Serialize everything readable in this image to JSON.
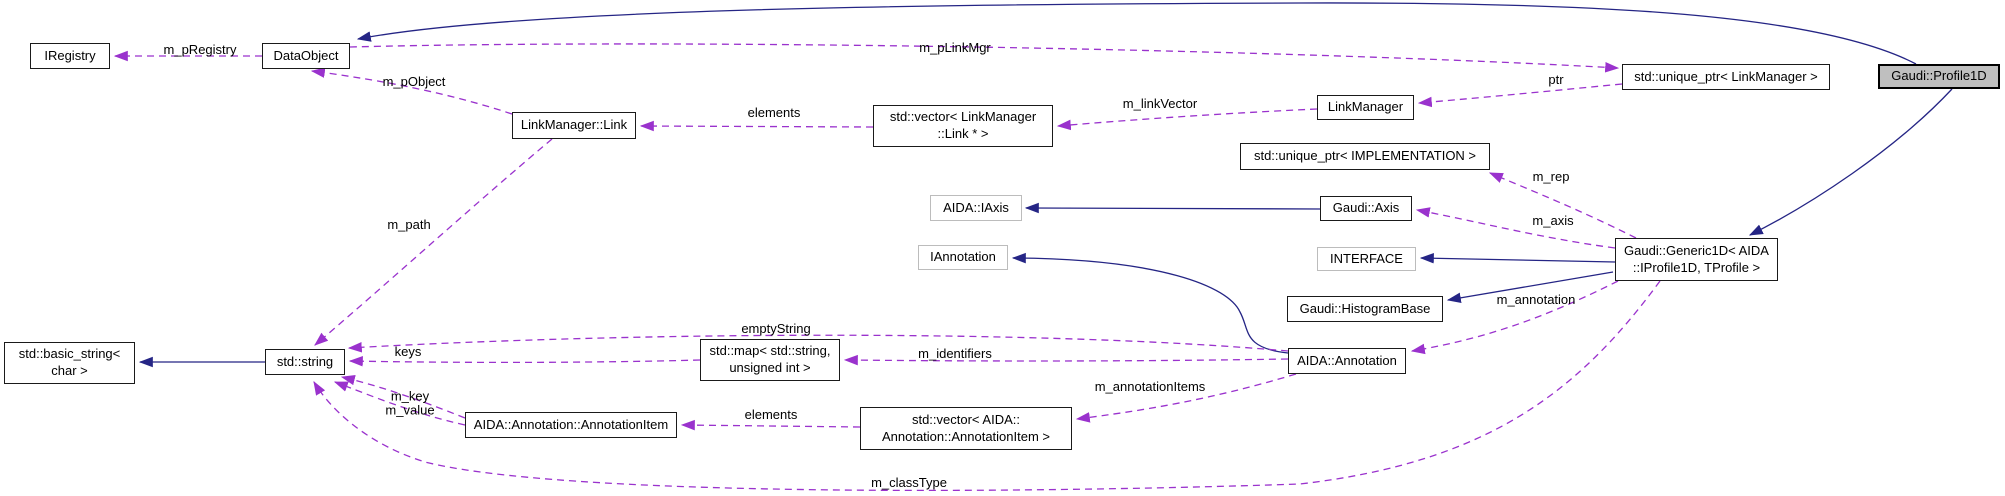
{
  "diagram": {
    "type": "doxygen-collaboration-graph",
    "subject": "Gaudi::Profile1D",
    "colors": {
      "inheritance_edge": "#252585",
      "usage_edge": "#9a32cd",
      "node_fill": "#ffffff",
      "subject_node_fill": "#bfbfbf",
      "node_border": "#1a1a1a",
      "external_node_border": "#bcbcbc"
    },
    "nodes": {
      "iregistry": {
        "label": "IRegistry"
      },
      "dataobject": {
        "label": "DataObject"
      },
      "linkmanager_link": {
        "label": "LinkManager::Link"
      },
      "vector_link": {
        "label": "std::vector< LinkManager\n::Link * >"
      },
      "linkmanager": {
        "label": "LinkManager"
      },
      "uptr_linkmanager": {
        "label": "std::unique_ptr< LinkManager >"
      },
      "profile1d": {
        "label": "Gaudi::Profile1D"
      },
      "uptr_implementation": {
        "label": "std::unique_ptr< IMPLEMENTATION >"
      },
      "aida_iaxis": {
        "label": "AIDA::IAxis"
      },
      "gaudi_axis": {
        "label": "Gaudi::Axis"
      },
      "iannotation": {
        "label": "IAnnotation"
      },
      "interface": {
        "label": "INTERFACE"
      },
      "histogrambase": {
        "label": "Gaudi::HistogramBase"
      },
      "generic1d": {
        "label": "Gaudi::Generic1D< AIDA\n::IProfile1D, TProfile >"
      },
      "aida_annotation": {
        "label": "AIDA::Annotation"
      },
      "map_string_uint": {
        "label": "std::map< std::string,\nunsigned int >"
      },
      "string": {
        "label": "std::string"
      },
      "basic_string": {
        "label": "std::basic_string<\nchar >"
      },
      "annotationitem": {
        "label": "AIDA::Annotation::AnnotationItem"
      },
      "vector_annotationitem": {
        "label": "std::vector< AIDA::\nAnnotation::AnnotationItem >"
      }
    },
    "edge_labels": {
      "m_pregistry": "m_pRegistry",
      "m_pobject": "m_pObject",
      "m_plinkmgr": "m_pLinkMgr",
      "ptr": "ptr",
      "m_linkvector": "m_linkVector",
      "elements_top": "elements",
      "m_path": "m_path",
      "m_rep": "m_rep",
      "m_axis": "m_axis",
      "m_annotation": "m_annotation",
      "emptystring": "emptyString",
      "m_identifiers": "m_identifiers",
      "keys": "keys",
      "m_key_m_value": "m_key\nm_value",
      "elements_bottom": "elements",
      "m_annotationitems": "m_annotationItems",
      "m_classtype": "m_classType"
    }
  }
}
